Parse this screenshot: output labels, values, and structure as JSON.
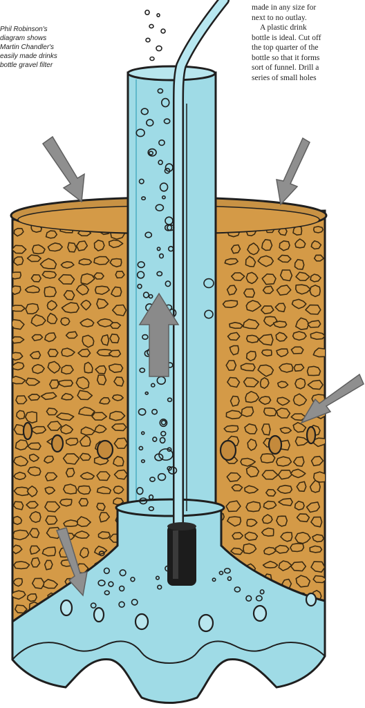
{
  "caption": {
    "lines": [
      "Phil Robinson's",
      "diagram shows",
      "Martin Chandler's",
      "easily made drinks",
      "bottle gravel filter"
    ]
  },
  "article": {
    "lines": [
      "made in any size for",
      "next to no outlay.",
      "A plastic drink",
      "bottle is ideal. Cut off",
      "the top quarter of the",
      "bottle so that it forms",
      "sort of funnel. Drill a",
      "series of small holes"
    ]
  },
  "colors": {
    "gravel": "#d49a47",
    "gravel_dark": "#b98036",
    "water": "#9fdbe6",
    "water_dark": "#6cc2d4",
    "outline": "#1f1f1f",
    "arrow_grey": "#8a8a8a",
    "pump": "#1c1c1c"
  },
  "icons": [
    "flow-arrow-icon",
    "pointer-arrow-icon",
    "pump-icon",
    "air-bubble-icon"
  ]
}
